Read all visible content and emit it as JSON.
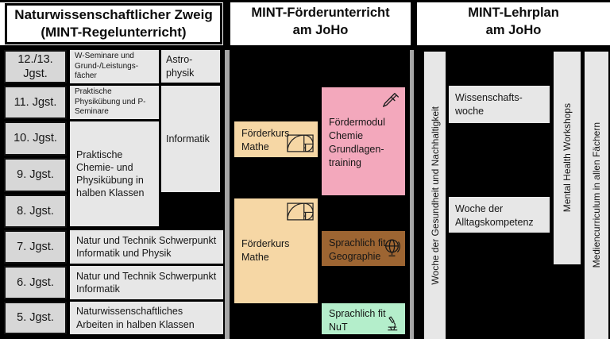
{
  "header": {
    "left": [
      "Naturwissenschaftlicher Zweig",
      "(MINT-Regelunterricht)"
    ],
    "middle": [
      "MINT-Förderunterricht",
      "am JoHo"
    ],
    "right": [
      "MINT-Lehrplan",
      "am JoHo"
    ]
  },
  "grades": [
    "12./13. Jgst.",
    "11. Jgst.",
    "10. Jgst.",
    "9. Jgst.",
    "8. Jgst.",
    "7. Jgst.",
    "6. Jgst.",
    "5. Jgst."
  ],
  "regular": {
    "w_seminare": "W-Seminare und Grund-/Leistungs-fächer",
    "astrophysik": "Astro-physik",
    "praktische_physik": "Praktische Physikübung und P-Seminare",
    "informatik": "Informatik",
    "praktische_chemie": "Praktische Chemie- und Physikübung in halben Klassen",
    "nut_7": "Natur und Technik Schwerpunkt Informatik und Physik",
    "nut_6": "Natur und Technik Schwerpunkt Informatik",
    "nwa_5": "Naturwissenschaftliches Arbeiten in halben Klassen"
  },
  "foerderunterricht": {
    "mathe_1": "Förderkurs Mathe",
    "chemie": "Fördermodul Chemie Grundlagen-training",
    "mathe_2": "Förderkurs Mathe",
    "geographie": "Sprachlich fit Geographie",
    "nut": "Sprachlich fit NuT"
  },
  "lehrplan": {
    "gesundheit": "Woche der Gesundheit und Nachhaltigkeit",
    "wissenschaftswoche": "Wissenschafts-woche",
    "alltagskompetenz": "Woche der Alltagskompetenz",
    "mental_health": "Mental Health Workshops",
    "mediencurriculum": "Mediencurriculum in allen Fächern"
  },
  "icons": [
    "golden-spiral-icon",
    "pipette-icon",
    "globe-icon",
    "microscope-icon"
  ],
  "colors": {
    "background": "#000000",
    "header_bg": "#ffffff",
    "box_gray": "#e7e7e7",
    "label_gray": "#d7d7d7",
    "divider_gray": "#a6a6a6",
    "foerderkurs_orange": "#f6d7a5",
    "chemie_pink": "#f3a8bc",
    "geographie_brown": "#9d6532",
    "nut_green": "#b4eecb"
  }
}
